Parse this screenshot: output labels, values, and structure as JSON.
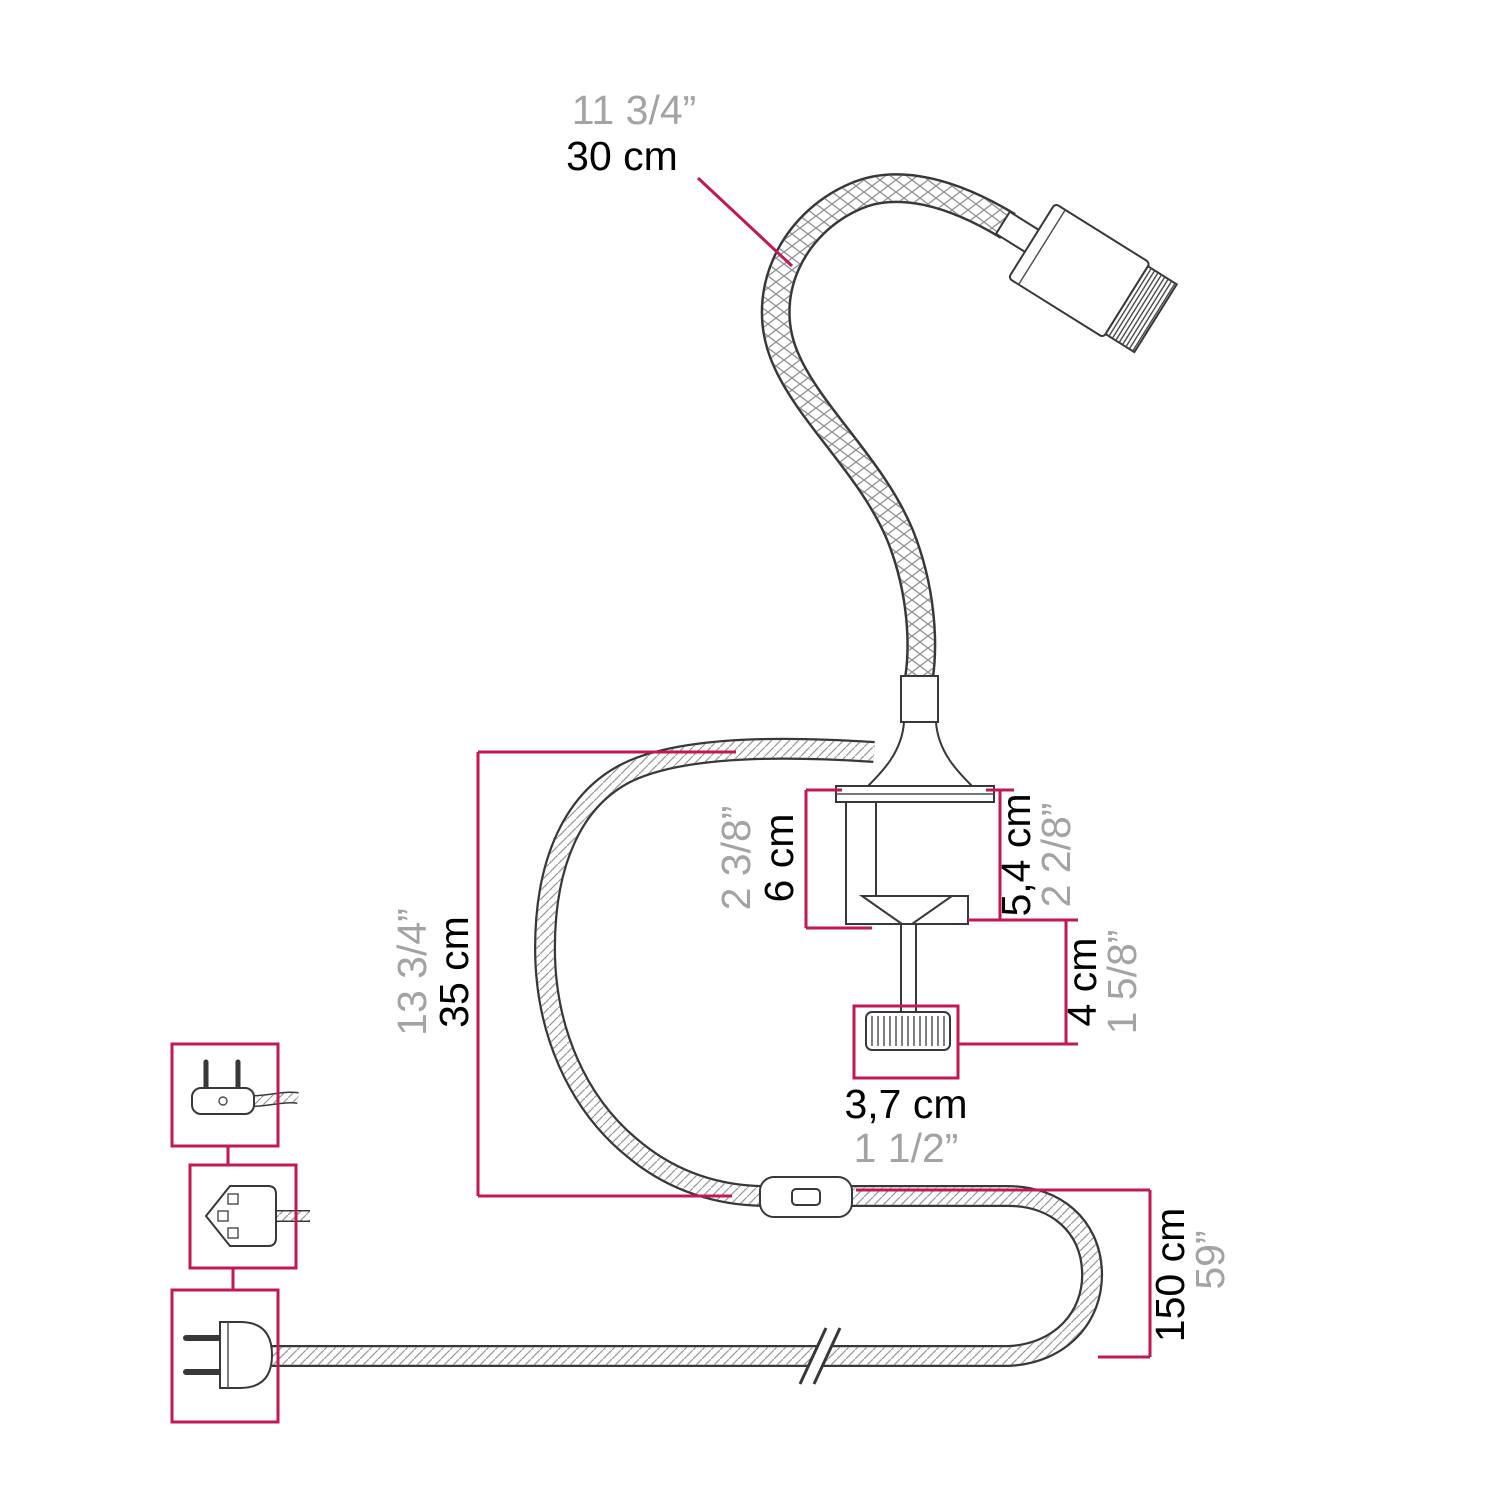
{
  "diagram": {
    "product": "spotlight-with-flexible-arm-and-clamp-dimension-drawing",
    "colors": {
      "dimension_line": "#c01a50",
      "metric_text": "#000000",
      "imperial_text": "#a3a3a3",
      "drawing_line": "#383838",
      "background": "#ffffff"
    },
    "labels": {
      "gooseneck_length": {
        "imperial": "11 3/4”",
        "metric": "30 cm"
      },
      "cable_loop_length": {
        "imperial": "13 3/4”",
        "metric": "35 cm"
      },
      "clamp_height": {
        "imperial": "2 3/8”",
        "metric": "6 cm"
      },
      "clamp_depth": {
        "imperial": "2 2/8”",
        "metric": "5,4 cm"
      },
      "screw_length": {
        "imperial": "1 5/8”",
        "metric": "4 cm"
      },
      "knob_width": {
        "imperial": "1 1/2”",
        "metric": "3,7 cm"
      },
      "cord_length": {
        "imperial": "59”",
        "metric": "150 cm"
      }
    },
    "plug_options": [
      {
        "name": "euro-plug"
      },
      {
        "name": "uk-plug"
      },
      {
        "name": "us-plug"
      }
    ]
  }
}
